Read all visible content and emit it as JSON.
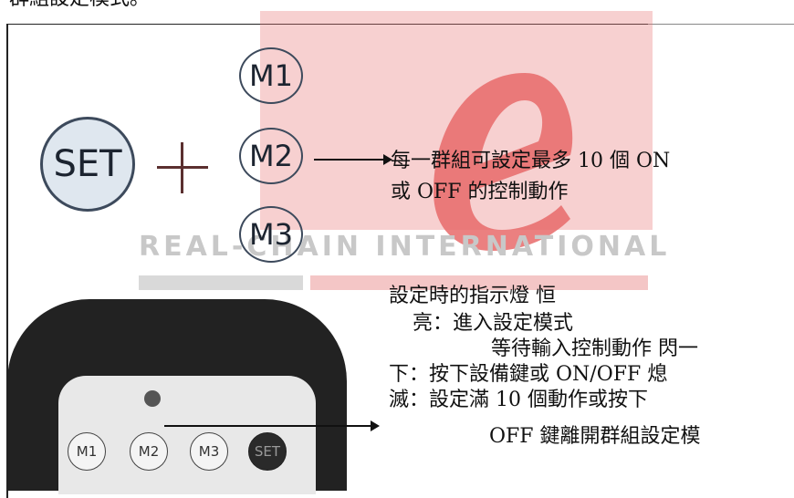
{
  "header": {
    "text": "群組設定模式。"
  },
  "watermark": {
    "text": "REAL-CHAIN INTERNATIONAL",
    "letter": "e"
  },
  "buttons": {
    "set": "SET",
    "m1": "M1",
    "m2": "M2",
    "m3": "M3"
  },
  "description_top": {
    "line1": "每一群組可設定最多 10 個 ON",
    "line2": "或 OFF 的控制動作"
  },
  "remote": {
    "buttons": [
      "M1",
      "M2",
      "M3",
      "SET"
    ]
  },
  "description_bottom": {
    "line1": "設定時的指示燈 恒",
    "line2": "亮：進入設定模式",
    "line3": "等待輸入控制動作 閃一",
    "line4": "下：按下設備鍵或 ON/OFF 熄",
    "line5": "滅：設定滿 10 個動作或按下",
    "line6": "OFF 鍵離開群組設定模"
  }
}
